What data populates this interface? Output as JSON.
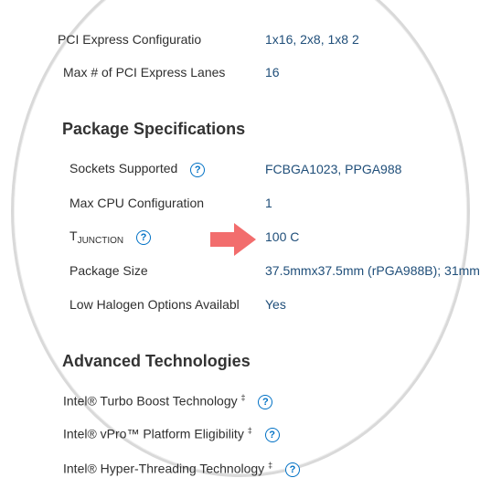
{
  "rows_top": [
    {
      "label": "PCI Express Configuratio",
      "value": "1x16, 2x8, 1x8 2"
    },
    {
      "label": "Max # of PCI Express Lanes",
      "value": "16"
    }
  ],
  "package": {
    "title": "Package Specifications",
    "rows": [
      {
        "label": "Sockets Supported",
        "value": "FCBGA1023, PPGA988"
      },
      {
        "label": "Max CPU Configuration",
        "value": "1"
      },
      {
        "label_main": "T",
        "label_sub": "JUNCTION",
        "value": "100 C"
      },
      {
        "label": "Package Size",
        "value": "37.5mmx37.5mm (rPGA988B); 31mm"
      },
      {
        "label": "Low Halogen Options Availabl",
        "value": "Yes"
      }
    ]
  },
  "advanced": {
    "title": "Advanced Technologies",
    "items": [
      {
        "text": "Intel® Turbo Boost Technology",
        "mark": "‡"
      },
      {
        "text": "Intel® vPro™ Platform Eligibility",
        "mark": "‡"
      },
      {
        "text": "Intel® Hyper-Threading Technology",
        "mark": "‡"
      }
    ]
  },
  "help_glyph": "?",
  "icons": {
    "help": "question-circle-icon",
    "arrow": "arrow-right-icon"
  },
  "colors": {
    "link": "#1f4e79",
    "help": "#0071c5",
    "arrow": "#f26d6d"
  }
}
